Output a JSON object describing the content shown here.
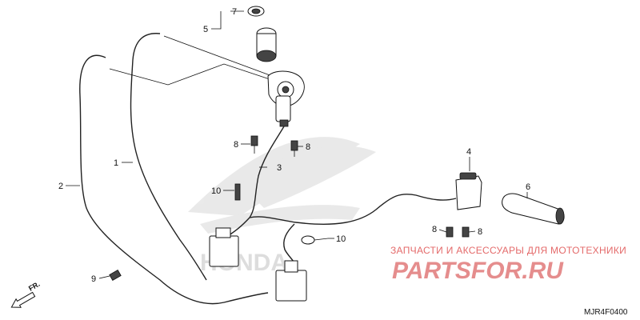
{
  "callouts": {
    "c1": "1",
    "c2": "2",
    "c3": "3",
    "c4": "4",
    "c5": "5",
    "c6": "6",
    "c7": "7",
    "c8a": "8",
    "c8b": "8",
    "c8c": "8",
    "c8d": "8",
    "c9": "9",
    "c10a": "10",
    "c10b": "10"
  },
  "direction_marker": "FR.",
  "watermark": {
    "tagline": "ЗАПЧАСТИ И АКСЕССУАРЫ ДЛЯ МОТОТЕХНИКИ",
    "logo": "PARTSFOR.RU",
    "brand_bg": "HONDA"
  },
  "diagram_code": "MJR4F0400",
  "colors": {
    "line": "#111111",
    "watermark": "#e46a6a",
    "background": "#ffffff"
  }
}
